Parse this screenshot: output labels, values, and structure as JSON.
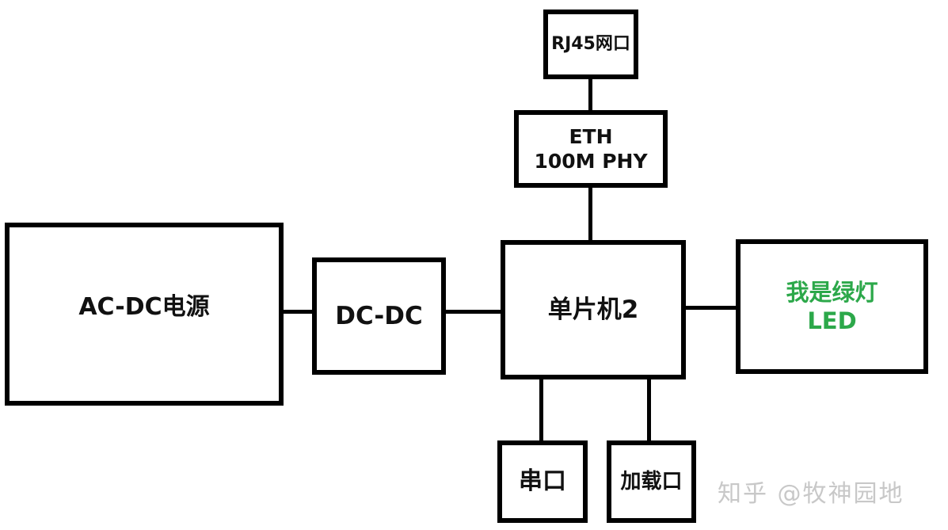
{
  "diagram": {
    "blocks": {
      "rj45": {
        "label": "RJ45网口"
      },
      "eth_phy": {
        "line1": "ETH",
        "line2": "100M PHY"
      },
      "acdc": {
        "label": "AC-DC电源"
      },
      "dcdc": {
        "label": "DC-DC"
      },
      "mcu": {
        "label": "单片机2"
      },
      "led": {
        "line1": "我是绿灯",
        "line2": "LED",
        "color": "#2ca84a"
      },
      "uart": {
        "label": "串口"
      },
      "load_port": {
        "label": "加载口"
      }
    },
    "connections": [
      {
        "from": "rj45",
        "to": "eth_phy"
      },
      {
        "from": "eth_phy",
        "to": "mcu"
      },
      {
        "from": "acdc",
        "to": "dcdc"
      },
      {
        "from": "dcdc",
        "to": "mcu"
      },
      {
        "from": "mcu",
        "to": "led"
      },
      {
        "from": "mcu",
        "to": "uart"
      },
      {
        "from": "mcu",
        "to": "load_port"
      }
    ]
  },
  "watermark": "知乎 @牧神园地"
}
